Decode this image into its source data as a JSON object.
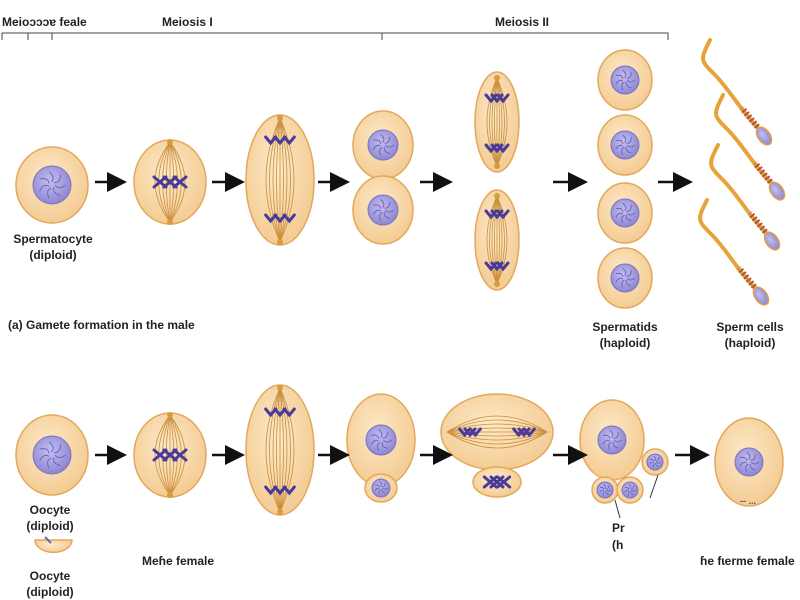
{
  "headers": {
    "meiosis_fragment": "Meioɔɔɔɐ feale",
    "meiosis_1": "Meiosis I",
    "meiosis_2": "Meiosis II"
  },
  "male": {
    "spermatocyte": "Spermatocyte",
    "spermatocyte_ploidy": "(diploid)",
    "caption_prefix": "(a)",
    "caption": "Gamete formation in the male",
    "spermatids": "Spermatids",
    "spermatids_ploidy": "(haploid)",
    "sperm_cells": "Sperm cells",
    "sperm_cells_ploidy": "(haploid)"
  },
  "female": {
    "oocyte": "Oocyte",
    "oocyte_ploidy": "(diploid)",
    "oocyte2": "Oocyte",
    "oocyte2_ploidy": "(diploid)",
    "caption_fragment": "Meɦe female",
    "polar_fragment_1": "Pr",
    "polar_fragment_2": "(h",
    "right_fragment": "ɦe fɩerme female",
    "small_mark": "-- ..."
  },
  "colors": {
    "cell_fill": "#f7d9a8",
    "cell_stroke": "#e3a85a",
    "nucleus": "#9a93d6",
    "chromosome": "#4a3a9a",
    "spindle": "#c98f3d",
    "sperm_tail": "#e8a23a",
    "mito": "#b0553a"
  }
}
